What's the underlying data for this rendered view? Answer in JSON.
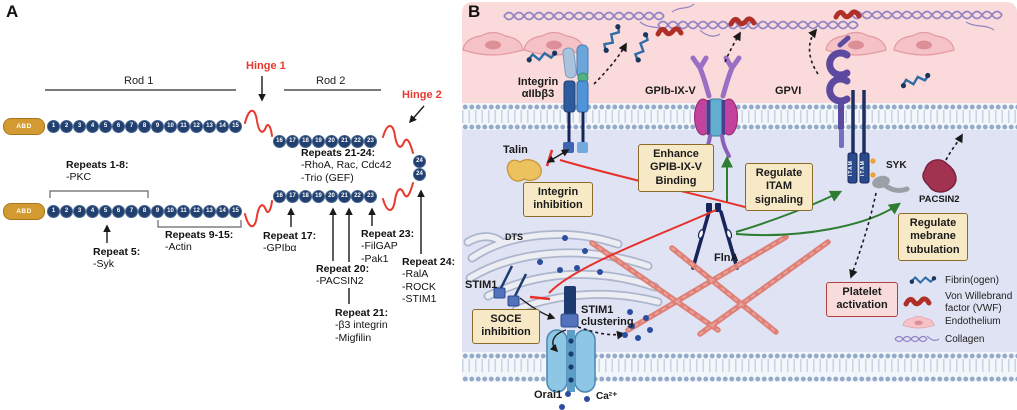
{
  "panelA": {
    "label": "A",
    "rod1": "Rod 1",
    "rod2": "Rod 2",
    "hinge1": "Hinge 1",
    "hinge2": "Hinge 2",
    "abd": "ABD",
    "repeats_1_15": [
      "1",
      "2",
      "3",
      "4",
      "5",
      "6",
      "7",
      "8",
      "9",
      "10",
      "11",
      "12",
      "13",
      "14",
      "15"
    ],
    "repeats_16_23": [
      "16",
      "17",
      "18",
      "19",
      "20",
      "21",
      "22",
      "23"
    ],
    "repeat_24": "24",
    "ann": {
      "r2124": {
        "title": "Repeats 21-24:",
        "l1": "-RhoA, Rac, Cdc42",
        "l2": "-Trio (GEF)"
      },
      "r18": {
        "title": "Repeats 1-8:",
        "l1": "-PKC"
      },
      "r5": {
        "title": "Repeat 5:",
        "l1": "-Syk"
      },
      "r915": {
        "title": "Repeats 9-15:",
        "l1": "-Actin"
      },
      "r17": {
        "title": "Repeat 17:",
        "l1": "-GPIbα"
      },
      "r20": {
        "title": "Repeat 20:",
        "l1": "-PACSIN2"
      },
      "r21": {
        "title": "Repeat 21:",
        "l1": "-β3 integrin",
        "l2": "-Migfilin"
      },
      "r23": {
        "title": "Repeat 23:",
        "l1": "-FilGAP",
        "l2": "-Pak1"
      },
      "r24": {
        "title": "Repeat 24:",
        "l1": "-RalA",
        "l2": "-ROCK",
        "l3": "-STIM1"
      }
    }
  },
  "panelB": {
    "label": "B",
    "receptors": {
      "integrin_l1": "Integrin",
      "integrin_l2": "αIIbβ3",
      "gpib": "GPIb-IX-V",
      "gpvi": "GPVI",
      "itam": "ITAM",
      "syk": "SYK",
      "talin": "Talin",
      "pacsin2": "PACSIN2",
      "dts": "DTS",
      "stim1": "STIM1",
      "stim1_clustering_l1": "STIM1",
      "stim1_clustering_l2": "clustering",
      "orai1": "Orai1",
      "ca": "Ca²⁺",
      "flna": "FlnA"
    },
    "boxes": {
      "integrin_inhibition": "Integrin inhibition",
      "enhance_gpib": "Enhance GPIB-IX-V Binding",
      "regulate_itam": "Regulate ITAM signaling",
      "regulate_membrane": "Regulate mebrane tubulation",
      "soce": "SOCE inhibition",
      "platelet": "Platelet activation"
    },
    "legend": {
      "fibrin": "Fibrin(ogen)",
      "vwf_l1": "Von Willebrand",
      "vwf_l2": "factor (VWF)",
      "endothelium": "Endothelium",
      "collagen": "Collagen"
    }
  },
  "colors": {
    "hinge_red": "#e8392f",
    "repeat_navy": "#21406f",
    "abd_gold": "#d39a31",
    "box_tan": "#f7e9c6",
    "box_border": "#8a6a28",
    "platelet_box_pink": "#f8dcdc",
    "activation_green": "#2e7d32",
    "inhibition_red": "#e8302a",
    "extracellular_pink": "#fadada",
    "cytoplasm_lavender": "#dfe3f4"
  }
}
